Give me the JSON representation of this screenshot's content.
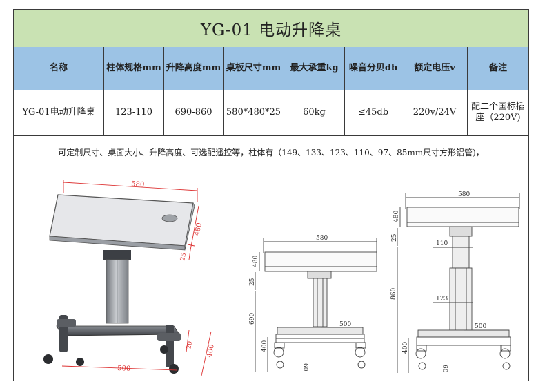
{
  "title": "YG-01 电动升降桌",
  "headers": [
    "名称",
    "柱体规格mm",
    "升降高度mm",
    "桌板尺寸mm",
    "最大承重kg",
    "噪音分贝db",
    "额定电压v",
    "备注"
  ],
  "row": [
    "YG-01电动升降桌",
    "123-110",
    "690-860",
    "580*480*25",
    "60kg",
    "≤45db",
    "220v/24V",
    "配二个国标插座（220V)"
  ],
  "note": "可定制尺寸、桌面大小、升降高度、可选配遥控等，柱体有（149、133、123、110、97、85mm尺寸方形铝管)，",
  "dims": {
    "iso_width": "580",
    "iso_depth": "480",
    "iso_thick": "25",
    "iso_base": "500",
    "iso_base_h": "20",
    "iso_base_d": "400",
    "front_width": "580",
    "front_depth": "480",
    "front_thick": "25",
    "front_height": "690",
    "front_base": "500",
    "front_foot": "400",
    "front_caster": "60",
    "side_width": "580",
    "side_depth": "480",
    "side_thick": "25",
    "side_col_top": "110",
    "side_col_mid": "123",
    "side_height": "860",
    "side_base": "500",
    "side_foot": "400",
    "side_caster": "60"
  }
}
